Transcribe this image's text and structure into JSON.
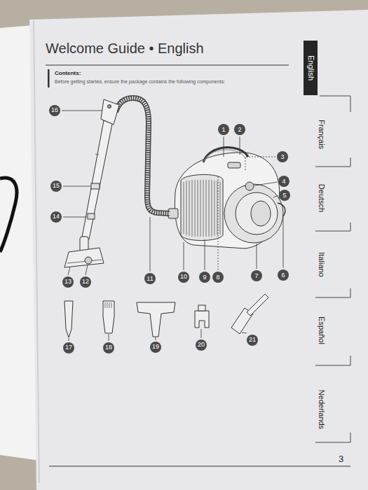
{
  "diagram": {
    "title": "Welcome Guide • English",
    "nodes": [
      {
        "text": [
          "1"
        ]
      },
      {
        "text": [
          "2"
        ]
      },
      {
        "text": [
          "3"
        ]
      },
      {
        "text": [
          "4"
        ]
      },
      {
        "text": [
          "5"
        ]
      },
      {
        "text": [
          "6"
        ]
      },
      {
        "text": [
          "7"
        ]
      },
      {
        "text": [
          "8"
        ]
      },
      {
        "text": [
          "9"
        ]
      },
      {
        "text": [
          "10"
        ]
      },
      {
        "text": [
          "11"
        ]
      },
      {
        "text": [
          "12"
        ]
      },
      {
        "text": [
          "13"
        ]
      },
      {
        "text": [
          "14"
        ]
      },
      {
        "text": [
          "15"
        ]
      },
      {
        "text": [
          "16"
        ]
      },
      {
        "text": [
          "17"
        ]
      },
      {
        "text": [
          "18"
        ]
      },
      {
        "text": [
          "19"
        ]
      },
      {
        "text": [
          "20"
        ]
      },
      {
        "text": [
          "21"
        ]
      },
      {
        "text": [
          "English"
        ]
      },
      {
        "text": [
          "Français"
        ]
      },
      {
        "text": [
          "Deutsch"
        ]
      },
      {
        "text": [
          "Italiano"
        ]
      },
      {
        "text": [
          "Español"
        ]
      },
      {
        "text": [
          "Nederlands"
        ]
      }
    ],
    "labels": [
      "Contents:",
      "Before getting started, ensure the package contains the following components:",
      "3"
    ]
  }
}
